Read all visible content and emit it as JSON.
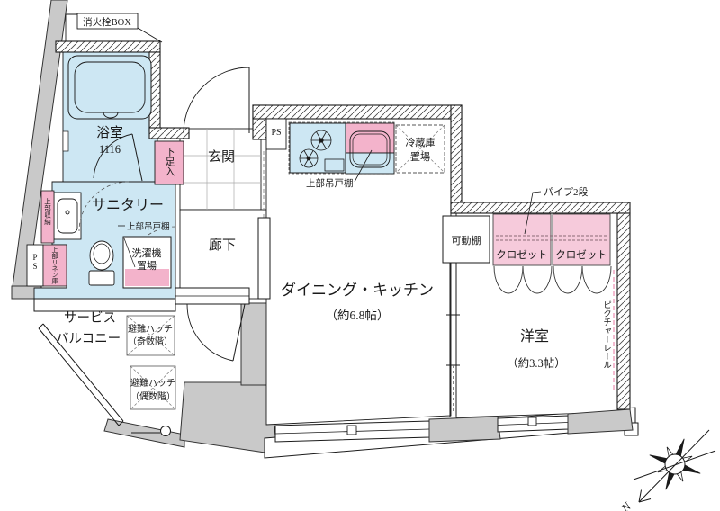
{
  "plan": {
    "labels": {
      "fire_box": "消火栓BOX",
      "bathroom": "浴室",
      "bathroom_size": "1116",
      "sanitary": "サニタリー",
      "upper_storage": "上部収納",
      "upper_linen": "上部リネン庫",
      "ps_side": "PS",
      "upper_cupboard_sanitary": "上部吊戸棚",
      "laundry_line1": "洗濯機",
      "laundry_line2": "置場",
      "entrance": "玄関",
      "shoe_box": "下足入",
      "ps_kitchen": "PS",
      "upper_cupboard_kitchen": "上部吊戸棚",
      "fridge_line1": "冷蔵庫",
      "fridge_line2": "置場",
      "corridor": "廊下",
      "dk": "ダイニング・キッチン",
      "dk_size": "（約6.8帖）",
      "pipe": "パイプ2段",
      "movable_shelf": "可動棚",
      "closet_left": "クロゼット",
      "closet_right": "クロゼット",
      "western_room": "洋室",
      "western_size": "（約3.3帖）",
      "picture_rail": "ピクチャーレール",
      "balcony_line1": "サービス",
      "balcony_line2": "バルコニー",
      "hatch_odd_line1": "避難ハッチ",
      "hatch_odd_line2": "（奇数階）",
      "hatch_even_line1": "避難ハッチ",
      "hatch_even_line2": "（偶数階）",
      "compass_north": "N"
    },
    "colors": {
      "water_blue": "#cde7f3",
      "pink_soft": "#f6cadb",
      "pink_strong": "#f3b3cb",
      "wall_gray": "#c9c9c9",
      "rail_pink": "#ef9ebd"
    }
  }
}
